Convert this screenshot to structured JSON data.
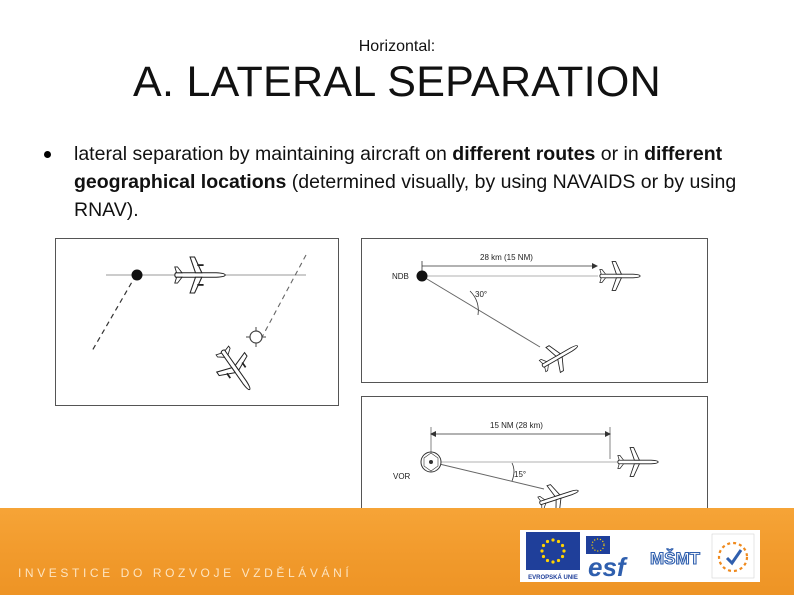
{
  "slide": {
    "subtitle": "Horizontal:",
    "title": "A. LATERAL SEPARATION"
  },
  "bullet": {
    "part1": "lateral separation by maintaining aircraft on ",
    "bold1": "different routes",
    "part2": " or in ",
    "bold2": "different geographical locations",
    "part3": " (determined visually, by using NAVAIDS or by using RNAV)."
  },
  "figures": {
    "ndb": {
      "navaid_label": "NDB",
      "distance_label": "28 km (15 NM)",
      "angle_label": "30°"
    },
    "vor": {
      "navaid_label": "VOR",
      "distance_label": "15 NM (28 km)",
      "angle_label": "15°"
    }
  },
  "footer": {
    "program_text": "INVESTICE DO ROZVOJE VZDĚLÁVÁNÍ",
    "logos": {
      "eu_caption": "EVROPSKÁ UNIE",
      "esf": "esf",
      "msmt": "MŠMT"
    }
  },
  "colors": {
    "footer_band": "#f19a2c",
    "eu_blue": "#1f3f9a",
    "eu_star": "#ffd200",
    "esf_blue": "#2f5fae",
    "op_orange": "#ef8a1e"
  }
}
